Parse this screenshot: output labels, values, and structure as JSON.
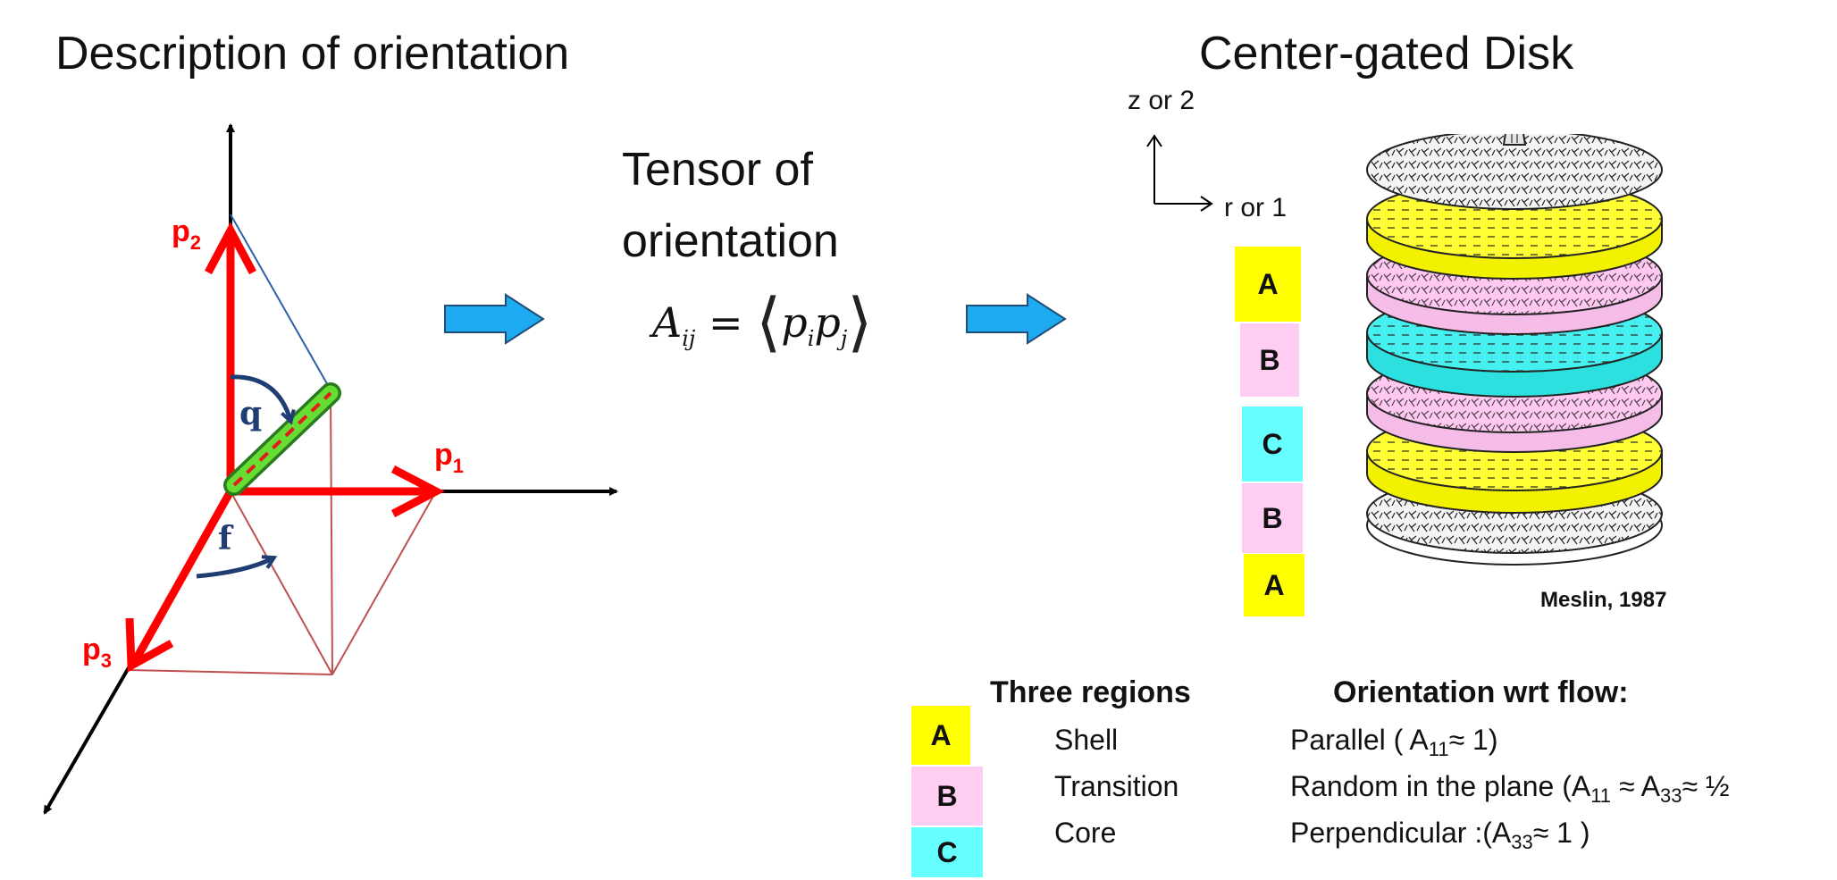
{
  "left": {
    "title": "Description  of orientation",
    "p1": "p",
    "p1_sub": "1",
    "p2": "p",
    "p2_sub": "2",
    "p3": "p",
    "p3_sub": "3",
    "theta": "q",
    "phi": "f"
  },
  "middle": {
    "title_line1": "Tensor of",
    "title_line2": "orientation",
    "equation": {
      "lhs": "A",
      "lhs_sub": "ij",
      "eq": "=",
      "p_i": "p",
      "i": "i",
      "p_j": "p",
      "j": "j",
      "open": "⟨",
      "close": "⟩"
    }
  },
  "right": {
    "title": "Center-gated Disk",
    "axis_z": "z or 2",
    "axis_r": "r or 1",
    "stack": [
      "A",
      "B",
      "C",
      "B",
      "A"
    ],
    "credit": "Meslin, 1987"
  },
  "table": {
    "header_regions": "Three regions",
    "header_orientation": "Orientation wrt flow:",
    "rows": [
      {
        "code": "A",
        "region": "Shell",
        "orient_pre": "Parallel  ( A",
        "sub1": "11",
        "orient_mid": "≈ 1)",
        "sub2": "",
        "orient_post": ""
      },
      {
        "code": "B",
        "region": "Transition",
        "orient_pre": "Random in the plane (A",
        "sub1": "11",
        "orient_mid": " ≈ A",
        "sub2": "33",
        "orient_post": "≈ ½"
      },
      {
        "code": "C",
        "region": "Core",
        "orient_pre": "Perpendicular :(A",
        "sub1": "33",
        "orient_mid": "≈ 1 )",
        "sub2": "",
        "orient_post": ""
      }
    ]
  },
  "colors": {
    "A": "#ffff00",
    "B": "#ffccf2",
    "C": "#66ffff",
    "vector": "#ff0000",
    "arrow_fill": "#1eaaf1",
    "fiber": "#66dd33",
    "angle": "#1f3d73"
  }
}
